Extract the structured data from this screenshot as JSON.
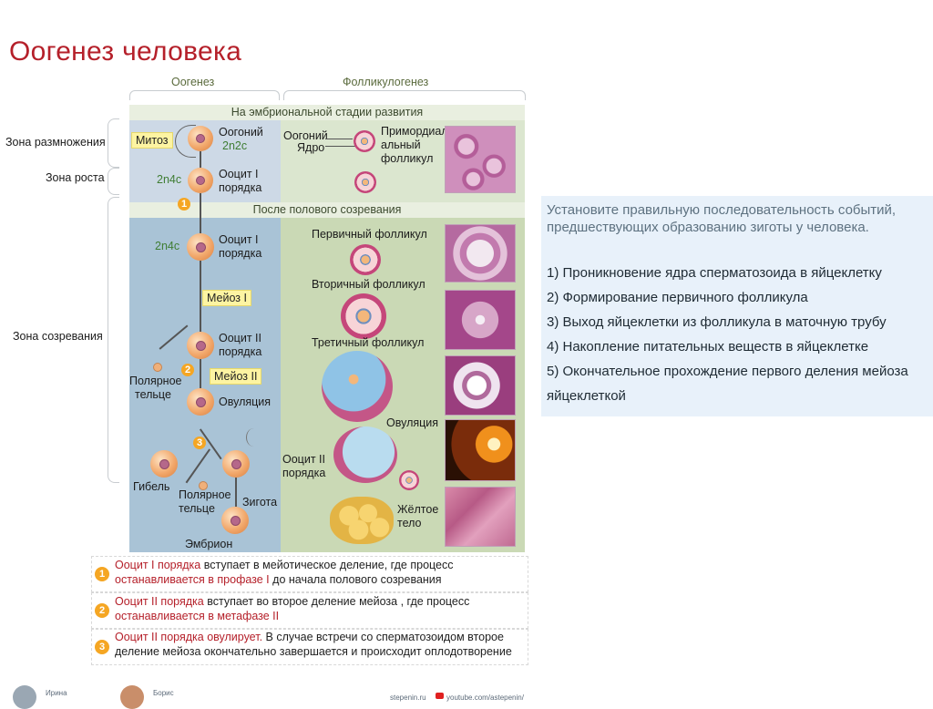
{
  "title": "Оогенез человека",
  "columns": {
    "left": "Оогенез",
    "right": "Фолликулогенез"
  },
  "bands": {
    "embryo": "На эмбриональной стадии развития",
    "puberty": "После полового созревания"
  },
  "zones": {
    "reproduction": "Зона размножения",
    "growth": "Зона роста",
    "maturation": "Зона созревания"
  },
  "labels": {
    "mitosis": "Митоз",
    "oogonium": "Оогоний",
    "n2c2": "2n2c",
    "n4c": "2n4c",
    "oocyte1_a": "Ооцит I",
    "oocyte1_b": "порядка",
    "meiosis1": "Мейоз I",
    "meiosis2": "Мейоз II",
    "oocyte2_a": "Ооцит II",
    "oocyte2_b": "порядка",
    "polar_a": "Полярное",
    "polar_b": "тельце",
    "ovulation": "Овуляция",
    "death": "Гибель",
    "zygote": "Зигота",
    "embryo": "Эмбрион",
    "f_oogonium": "Оогоний",
    "f_nucleus": "Ядро",
    "primordial_a": "Примордиаль-",
    "primordial_b": "альный",
    "primordial_c": "фолликул",
    "primary": "Первичный фолликул",
    "secondary": "Вторичный фолликул",
    "tertiary": "Третичный фолликул",
    "f_ovulation": "Овуляция",
    "f_oocyte2_a": "Ооцит II",
    "f_oocyte2_b": "порядка",
    "yellow_a": "Жёлтое",
    "yellow_b": "тело"
  },
  "badges": [
    "1",
    "2",
    "3"
  ],
  "notes": [
    {
      "badge": "1",
      "red1": "Ооцит I порядка",
      "text1": " вступает в мейотическое деление, где процесс",
      "red2": "останавливается в профазе I",
      "text2": "  до начала полового созревания"
    },
    {
      "badge": "2",
      "red1": "Ооцит II порядка",
      "text1": " вступает во второе деление мейоза , где процесс",
      "red2": "останавливается в метафазе II",
      "text2": ""
    },
    {
      "badge": "3",
      "red1": "Ооцит II порядка овулирует.",
      "text1": " В случае встречи со сперматозоидом второе",
      "red2": "",
      "text2": "деление мейоза окончательно завершается и происходит оплодотворение"
    }
  ],
  "task": {
    "question": "Установите правильную последовательность событий, предшествующих образованию зиготы у человека.",
    "items": [
      "1) Проникновение ядра сперматозоида в яйцеклетку",
      "2) Формирование первичного фолликула",
      "3) Выход яйцеклетки из фолликула в маточную трубу",
      "4) Накопление питательных веществ в яйцеклетке",
      "5) Окончательное прохождение первого деления мейоза",
      "яйцеклеткой"
    ]
  },
  "footer": {
    "person1": "Ирина",
    "person2": "Борис",
    "site1": "stepenin.ru",
    "site2": "youtube.com/astepenin/"
  }
}
